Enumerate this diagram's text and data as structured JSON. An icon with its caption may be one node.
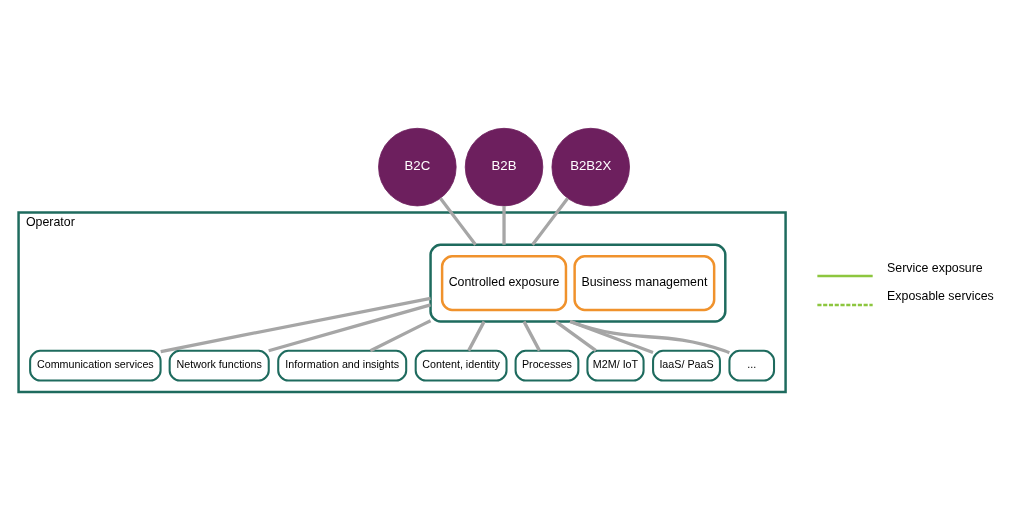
{
  "diagram": {
    "nodes": [
      {
        "text": [
          "B2C"
        ]
      },
      {
        "text": [
          "B2B"
        ]
      },
      {
        "text": [
          "B2B2X"
        ]
      },
      {
        "text": [
          "Operator"
        ]
      },
      {
        "text": [],
        "shape": "box",
        "in": 3
      },
      {
        "text": [
          "Controlled exposure"
        ],
        "in": 4
      },
      {
        "text": [
          "Business management"
        ],
        "in": 4
      },
      {
        "text": [
          "Communication services"
        ],
        "in": 3
      },
      {
        "text": [
          "Network functions"
        ],
        "in": 3
      },
      {
        "text": [
          "Information and insights"
        ],
        "in": 3
      },
      {
        "text": [
          "Content, identity"
        ],
        "in": 3
      },
      {
        "text": [
          "Processes"
        ],
        "in": 3
      },
      {
        "text": [
          "M2M/ IoT"
        ],
        "in": 3
      },
      {
        "text": [
          "IaaS/ PaaS"
        ],
        "in": 3
      },
      {
        "text": [
          "..."
        ],
        "in": 3
      }
    ],
    "edges": [
      {
        "from": 0,
        "to": 4,
        "arrow": "none"
      },
      {
        "from": 1,
        "to": 4,
        "arrow": "none"
      },
      {
        "from": 2,
        "to": 4,
        "arrow": "none"
      },
      {
        "from": 4,
        "to": 7,
        "arrow": "none"
      },
      {
        "from": 4,
        "to": 8,
        "arrow": "none"
      },
      {
        "from": 4,
        "to": 9,
        "arrow": "none"
      },
      {
        "from": 4,
        "to": 10,
        "arrow": "none"
      },
      {
        "from": 4,
        "to": 11,
        "arrow": "none"
      },
      {
        "from": 4,
        "to": 12,
        "arrow": "none"
      },
      {
        "from": 4,
        "to": 13,
        "arrow": "none"
      },
      {
        "from": 4,
        "to": 14,
        "arrow": "none"
      }
    ],
    "legend": [
      {
        "text": "Service exposure"
      },
      {
        "text": "Exposable services"
      }
    ]
  }
}
